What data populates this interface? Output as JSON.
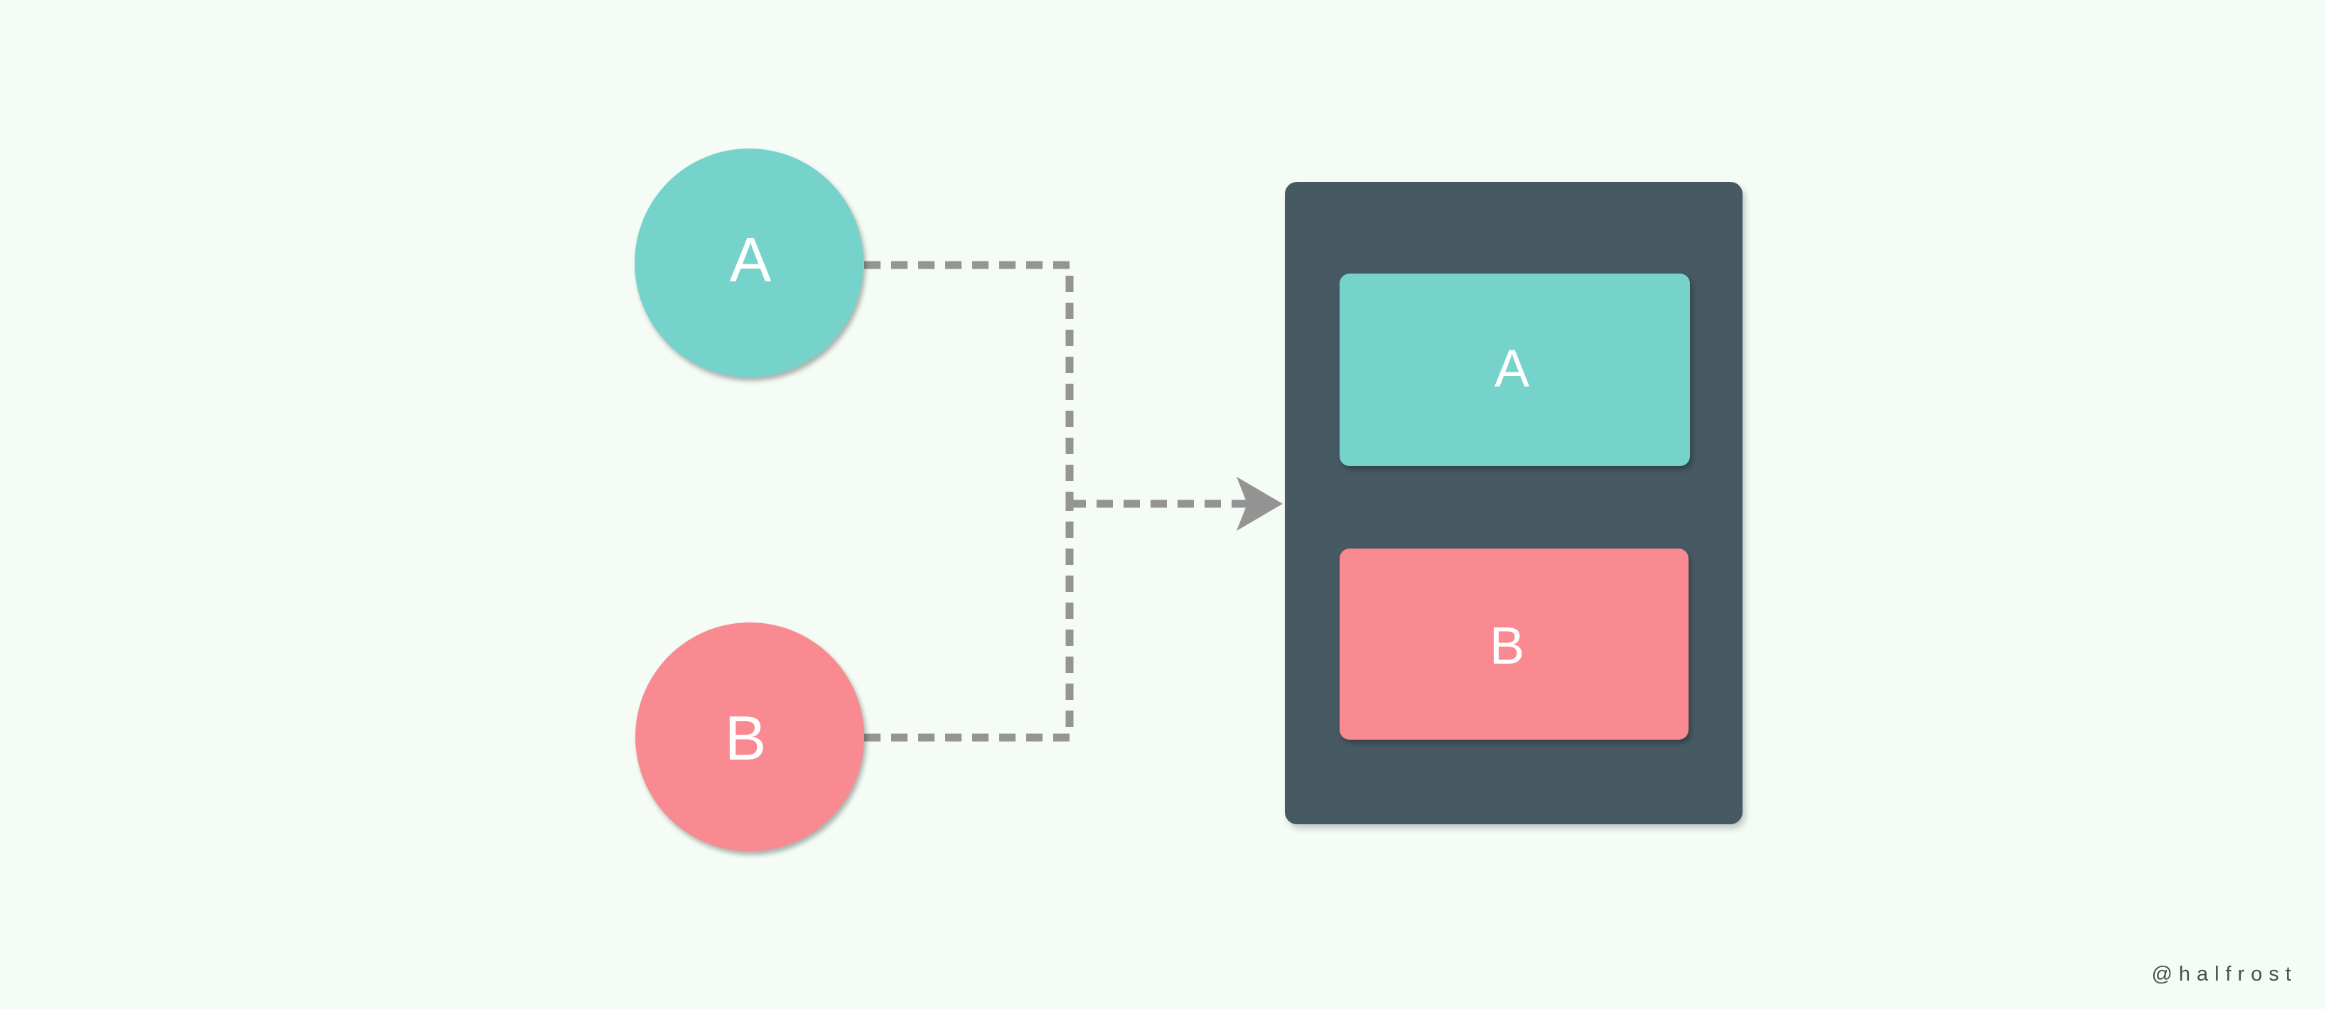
{
  "diagram": {
    "title": "",
    "background_color": "#f4fcf5",
    "source_nodes": [
      {
        "id": "a",
        "label": "A",
        "shape": "circle",
        "color": "#76d3cb"
      },
      {
        "id": "b",
        "label": "B",
        "shape": "circle",
        "color": "#fa8a92"
      }
    ],
    "target_container": {
      "color": "#475a63",
      "items": [
        {
          "id": "a",
          "label": "A",
          "shape": "rounded-rect",
          "color": "#76d3cb"
        },
        {
          "id": "b",
          "label": "B",
          "shape": "rounded-rect",
          "color": "#fa8a92"
        }
      ]
    },
    "connectors": {
      "style": "dashed",
      "color": "#949494",
      "arrow_head": "triangle",
      "count": 2,
      "description": "Two dashed elbow connectors merge into a single arrow pointing at the container"
    }
  },
  "watermark": {
    "text": "@halfrost",
    "color": "#4a4f4a"
  }
}
